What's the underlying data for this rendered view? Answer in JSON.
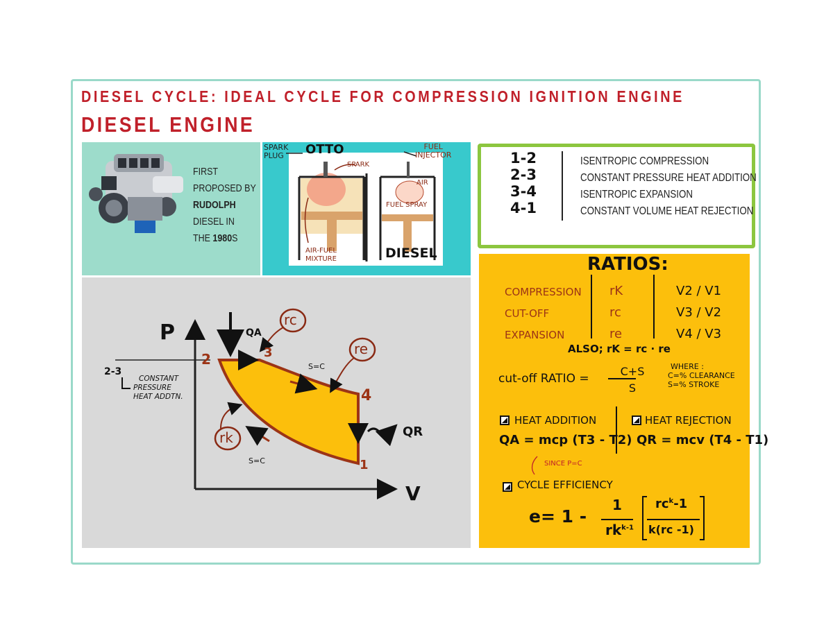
{
  "header": {
    "title": "DIESEL CYCLE: IDEAL CYCLE FOR COMPRESSION IGNITION ENGINE",
    "subtitle": "DIESEL ENGINE"
  },
  "engine_panel": {
    "caption_lines": [
      "FIRST",
      "PROPOSED BY",
      "RUDOLPH",
      "DIESEL IN"
    ],
    "caption_the": "THE ",
    "caption_year": "1980",
    "caption_s": "S",
    "image_icon": "diesel-engine-photo"
  },
  "comparison_panel": {
    "spark_plug_label": "SPARK PLUG",
    "spark_plug_line1": "SPARK",
    "spark_plug_line2": "PLUG",
    "otto_label": "OTTO",
    "spark_label": "SPARK",
    "fuel_injector_line1": "FUEL",
    "fuel_injector_line2": "INJECTOR",
    "air_label": "AIR",
    "fuel_spray_label": "FUEL SPRAY",
    "air_fuel_line1": "AIR-FUEL",
    "air_fuel_line2": "MIXTURE",
    "diesel_label": "DIESEL"
  },
  "processes": {
    "items": [
      {
        "step": "1-2",
        "desc": "ISENTROPIC COMPRESSION"
      },
      {
        "step": "2-3",
        "desc": "CONSTANT PRESSURE HEAT ADDITION"
      },
      {
        "step": "3-4",
        "desc": "ISENTROPIC EXPANSION"
      },
      {
        "step": "4-1",
        "desc": "CONSTANT VOLUME HEAT REJECTION"
      }
    ]
  },
  "pv_diagram": {
    "p_axis": "P",
    "v_axis": "V",
    "qa": "QA",
    "qr": "QR",
    "rc": "rc",
    "re": "re",
    "rk": "rk",
    "s_c_top": "S=C",
    "s_c_bottom": "S=C",
    "point_1": "1",
    "point_2": "2",
    "point_3": "3",
    "point_4": "4",
    "note_step": "2-3",
    "note_line1": "CONSTANT",
    "note_line2": "PRESSURE",
    "note_line3": "HEAT ADDTN."
  },
  "ratios": {
    "title": "RATIOS:",
    "rows": [
      {
        "name": "COMPRESSION",
        "symbol": "rK",
        "formula": "V2 / V1"
      },
      {
        "name": "CUT-OFF",
        "symbol": "rc",
        "formula": "V3 / V2"
      },
      {
        "name": "EXPANSION",
        "symbol": "re",
        "formula": "V4 / V3"
      }
    ],
    "also": "ALSO; rK = rc · re",
    "cutoff_label": "cut-off RATIO =",
    "cutoff_num": "C+S",
    "cutoff_den": "S",
    "where_title": "WHERE :",
    "where_c": "C=% CLEARANCE",
    "where_s": "S=% STROKE",
    "heat_addition_title": "HEAT ADDITION",
    "heat_addition_formula": "QA = mcp (T3 - T2)",
    "since": "SINCE P=C",
    "heat_rejection_title": "HEAT REJECTION",
    "heat_rejection_formula": "QR = mcv (T4 - T1)",
    "efficiency_title": "CYCLE EFFICIENCY",
    "eff_lhs": "e= 1 -",
    "eff_num1": "1",
    "eff_den1": "rk",
    "eff_den1_exp": "k-1",
    "eff_num2": "rc",
    "eff_num2_exp": "k",
    "eff_num2_tail": "-1",
    "eff_den2": "k(rc -1)"
  },
  "colors": {
    "title_red": "#c0202a",
    "frame_teal": "#9ad9c9",
    "panel_mint": "#9ddccb",
    "panel_cyan": "#38c9cc",
    "panel_green_border": "#8cc63f",
    "panel_yellow": "#fcbf0c",
    "panel_gray": "#d9d9d9",
    "cycle_fill": "#fcbf0c",
    "cycle_stroke": "#9c3416",
    "annotation_red": "#8a2a14"
  }
}
